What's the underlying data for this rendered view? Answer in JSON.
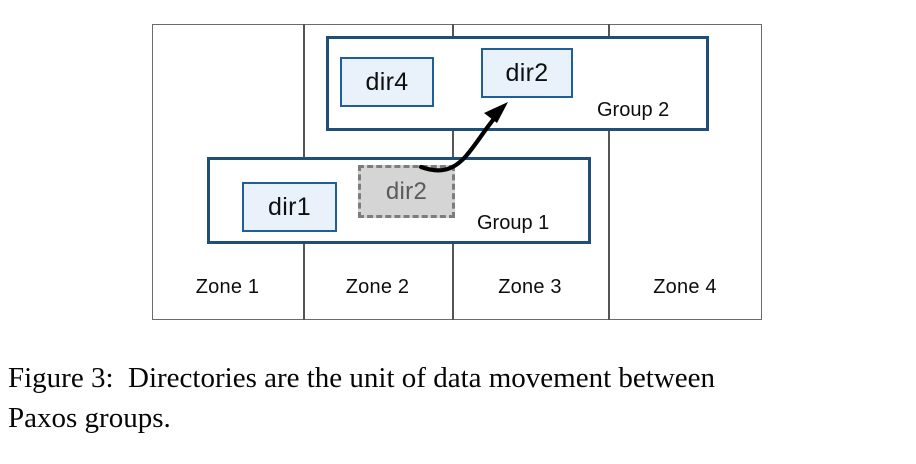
{
  "figure": {
    "caption_lines": [
      "Figure 3:  Directories are the unit of data movement between",
      "Paxos groups."
    ],
    "caption_full": "Figure 3: Directories are the unit of data movement between Paxos groups.",
    "zones": [
      {
        "id": "zone-1",
        "label": "Zone 1"
      },
      {
        "id": "zone-2",
        "label": "Zone 2"
      },
      {
        "id": "zone-3",
        "label": "Zone 3"
      },
      {
        "id": "zone-4",
        "label": "Zone 4"
      }
    ],
    "groups": [
      {
        "id": "group-2",
        "label": "Group 2",
        "spans_zones": "Zone 2 - Zone 4"
      },
      {
        "id": "group-1",
        "label": "Group 1",
        "spans_zones": "Zone 1 - Zone 3"
      }
    ],
    "directories": [
      {
        "id": "dir4",
        "label": "dir4",
        "group": "Group 2",
        "state": "resident"
      },
      {
        "id": "dir2-target",
        "label": "dir2",
        "group": "Group 2",
        "state": "resident"
      },
      {
        "id": "dir1",
        "label": "dir1",
        "group": "Group 1",
        "state": "resident"
      },
      {
        "id": "dir2-source",
        "label": "dir2",
        "group": "Group 1",
        "state": "moving-out"
      }
    ],
    "movement_arrow": {
      "name": "dir2-move-arrow",
      "from": "dir2-source",
      "to": "dir2-target"
    },
    "colors": {
      "group_border": "#1f4e79",
      "dir_fill": "#e9f2fb",
      "dir_border": "#1f5f99",
      "ghost_fill": "#d5d5d5",
      "ghost_border": "#7d7d7d",
      "ghost_text": "#5a5a5a",
      "zone_frame": "#6b6b6b",
      "text": "#0d0d0d"
    }
  }
}
